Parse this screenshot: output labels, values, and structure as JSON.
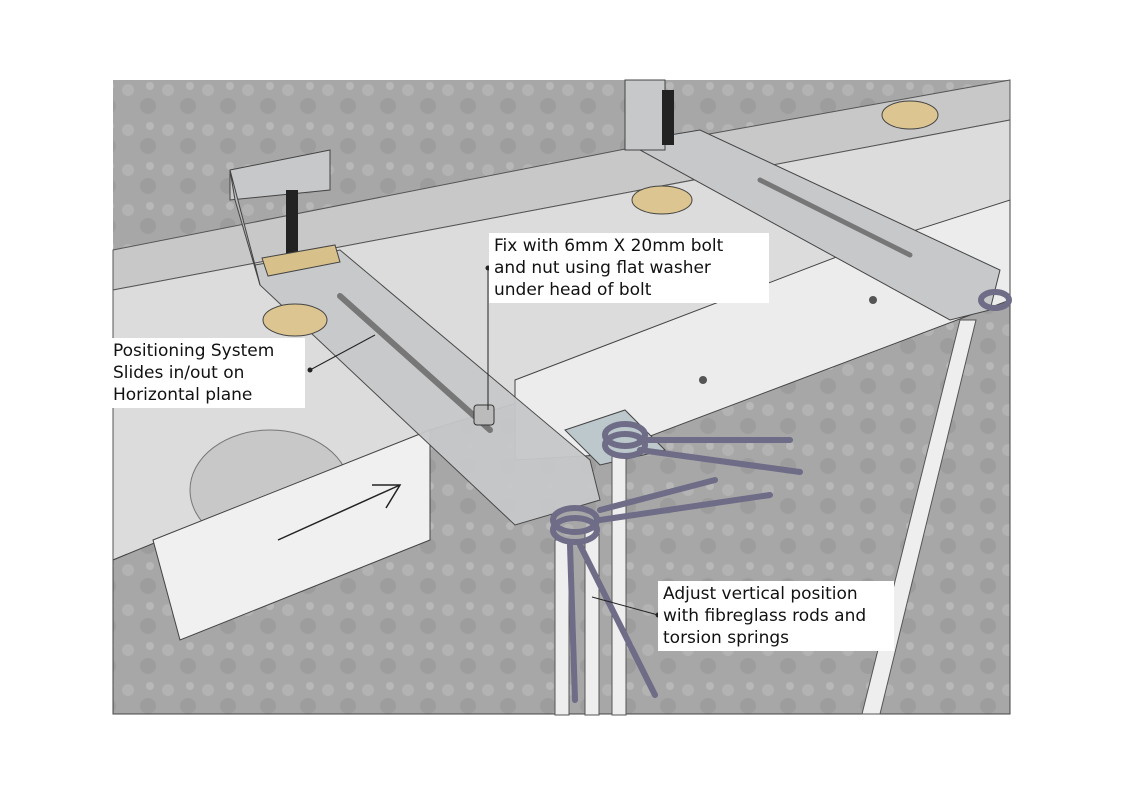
{
  "annotations": {
    "bolt_fix": {
      "lines": [
        "Fix with 6mm X 20mm bolt",
        "and nut using flat washer",
        "under head of bolt"
      ]
    },
    "positioning": {
      "lines": [
        "Positioning System",
        "Slides in/out on",
        "Horizontal plane"
      ]
    },
    "vertical_adjust": {
      "lines": [
        "Adjust vertical position",
        "with fibreglass rods and",
        "torsion springs"
      ]
    }
  },
  "colors": {
    "concrete": "#a9a9a9",
    "surface": "#d9d9d9",
    "bracket": "#c4c6c8",
    "wood": "#d9c08a",
    "spring": "#6e6c86",
    "rod": "#eeeeee"
  }
}
